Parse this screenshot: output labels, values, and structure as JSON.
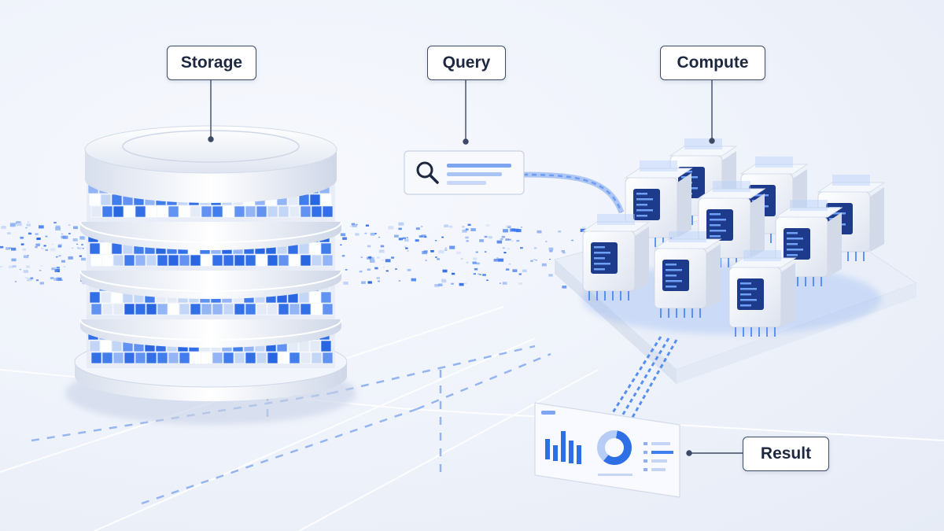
{
  "labels": {
    "storage": "Storage",
    "query": "Query",
    "compute": "Compute",
    "result": "Result"
  },
  "icons": [
    "database-cylinder-icon",
    "search-icon",
    "server-node-icon",
    "bar-chart-icon",
    "donut-chart-icon"
  ],
  "colors": {
    "accent": "#2f6fe6",
    "accent_light": "#8db4f5",
    "ink": "#1d2840",
    "line": "#3c4a66"
  }
}
